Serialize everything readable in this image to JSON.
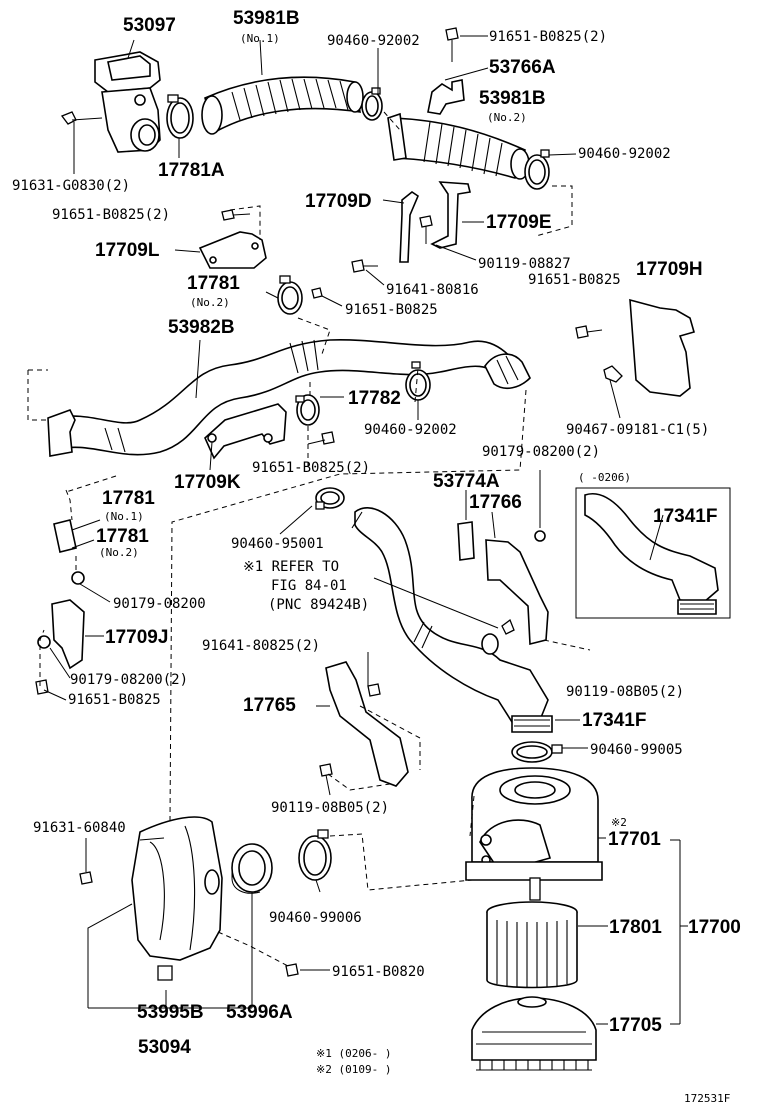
{
  "diagram": {
    "labels": {
      "p53097": "53097",
      "p53981B": "53981B",
      "p53981B_no1": "(No.1)",
      "p90460_92002_a": "90460-92002",
      "p91651_B0825_2_a": "91651-B0825(2)",
      "p53766A": "53766A",
      "p53981B_b": "53981B",
      "p53981B_no2": "(No.2)",
      "p90460_92002_b": "90460-92002",
      "p91631_G0830": "91631-G0830(2)",
      "p17781A": "17781A",
      "p91651_B0825_2_b": "91651-B0825(2)",
      "p17709L": "17709L",
      "p17709D": "17709D",
      "p17709E": "17709E",
      "p90119_08827": "90119-08827",
      "p91641_80816": "91641-80816",
      "p91651_B0825_c": "91651-B0825",
      "p17709H": "17709H",
      "p17781_top": "17781",
      "p17781_top_no2": "(No.2)",
      "p91651_B0825_d": "91651-B0825",
      "p53982B": "53982B",
      "p17782": "17782",
      "p90460_92002_c": "90460-92002",
      "p90467_09181": "90467-09181-C1(5)",
      "p91651_B0825_2_e": "91651-B0825(2)",
      "p17709K": "17709K",
      "p90179_08200_2_a": "90179-08200(2)",
      "p53774A": "53774A",
      "p17766": "17766",
      "p0206_range": "(     -0206)",
      "p17341F_inset": "17341F",
      "p17781_no1": "17781",
      "p17781_no1_sub": "(No.1)",
      "p17781_no2": "17781",
      "p17781_no2_sub": "(No.2)",
      "p90460_95001": "90460-95001",
      "refer_1": "※1 REFER TO",
      "refer_2": "FIG 84-01",
      "refer_3": "(PNC 89424B)",
      "p90179_08200_b": "90179-08200",
      "p17709J": "17709J",
      "p90179_08200_2_c": "90179-08200(2)",
      "p91651_B0825_f": "91651-B0825",
      "p91641_80825": "91641-80825(2)",
      "p17765": "17765",
      "p90119_08B05_2_a": "90119-08B05(2)",
      "p17341F": "17341F",
      "p90460_99005": "90460-99005",
      "p90119_08B05_2_b": "90119-08B05(2)",
      "p91631_60840": "91631-60840",
      "mark2": "※2",
      "p17701": "17701",
      "p90460_99006": "90460-99006",
      "p17801": "17801",
      "p17700": "17700",
      "p91651_B0820": "91651-B0820",
      "p53995B": "53995B",
      "p53996A": "53996A",
      "p17705": "17705",
      "p53094": "53094",
      "note1": "※1 (0206-      )",
      "note2": "※2 (0109-      )",
      "figure_id": "172531F"
    }
  }
}
